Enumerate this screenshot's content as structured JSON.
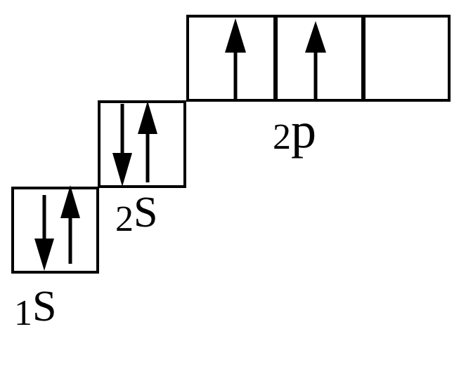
{
  "colors": {
    "stroke": "#000000",
    "background": "#ffffff"
  },
  "orbitals": [
    {
      "label_main": "1",
      "label_letter": "S",
      "boxes": [
        {
          "electrons": [
            "down",
            "up"
          ]
        }
      ]
    },
    {
      "label_main": "2",
      "label_letter": "S",
      "boxes": [
        {
          "electrons": [
            "down",
            "up"
          ]
        }
      ]
    },
    {
      "label_main": "2",
      "label_letter": "p",
      "boxes": [
        {
          "electrons": [
            "up"
          ]
        },
        {
          "electrons": [
            "up"
          ]
        },
        {
          "electrons": []
        }
      ]
    }
  ]
}
